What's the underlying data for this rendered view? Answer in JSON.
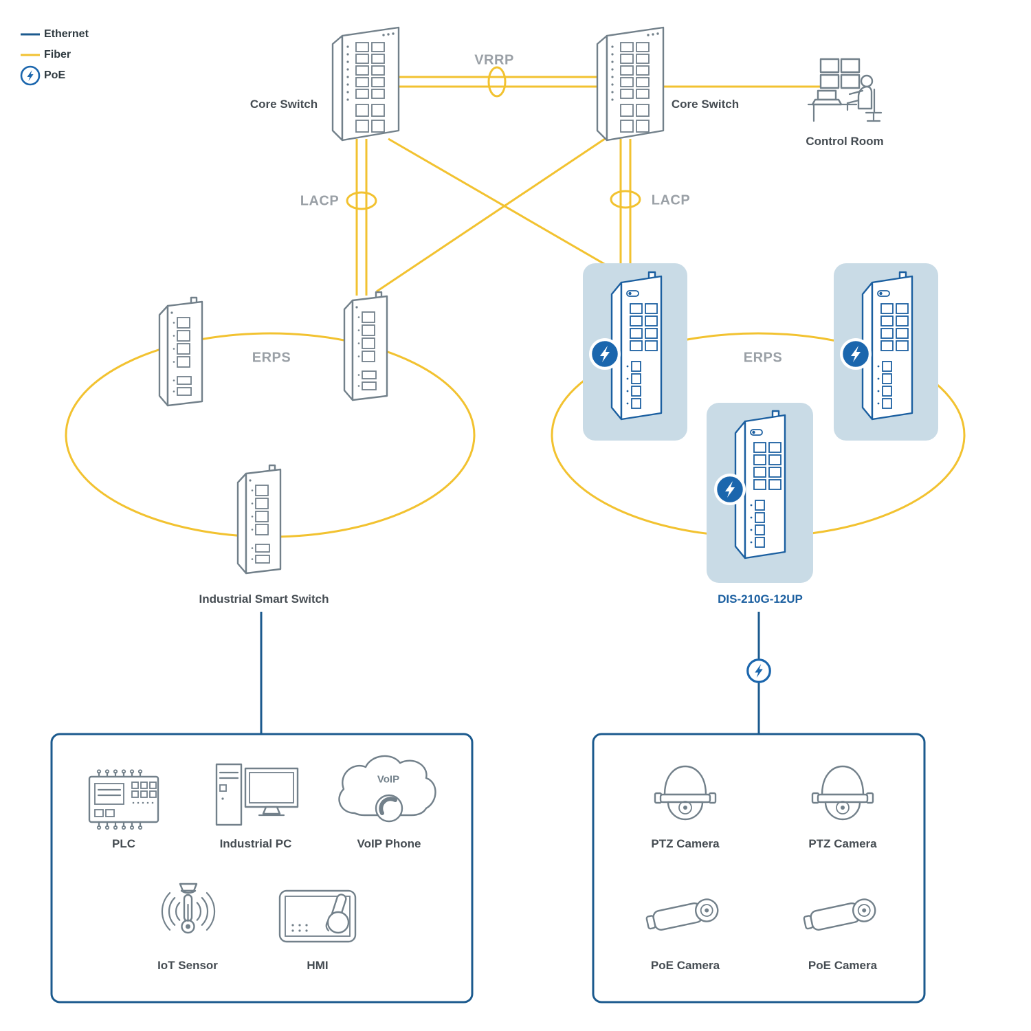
{
  "legend": {
    "ethernet": "Ethernet",
    "fiber": "Fiber",
    "poe": "PoE"
  },
  "protocols": {
    "vrrp": "VRRP",
    "lacp_left": "LACP",
    "lacp_right": "LACP",
    "erps_left": "ERPS",
    "erps_right": "ERPS"
  },
  "nodes": {
    "core_switch_left": "Core Switch",
    "core_switch_right": "Core Switch",
    "control_room": "Control Room",
    "industrial_smart_switch": "Industrial Smart Switch",
    "dis_model": "DIS-210G-12UP"
  },
  "devices": {
    "plc": "PLC",
    "industrial_pc": "Industrial PC",
    "voip_phone": "VoIP Phone",
    "voip_cloud_text": "VoIP",
    "iot_sensor": "IoT Sensor",
    "hmi": "HMI",
    "ptz_camera_1": "PTZ Camera",
    "ptz_camera_2": "PTZ Camera",
    "poe_camera_1": "PoE Camera",
    "poe_camera_2": "PoE Camera"
  },
  "colors": {
    "ethernet_line": "#1b5a8e",
    "fiber_line": "#f2c230",
    "poe_blue": "#1b66ad",
    "highlight_bg": "#c9dbe6",
    "device_outline": "#72808a",
    "protocol_text": "#9aa0a6",
    "node_text": "#454c52",
    "model_text": "#1b5fa0"
  }
}
